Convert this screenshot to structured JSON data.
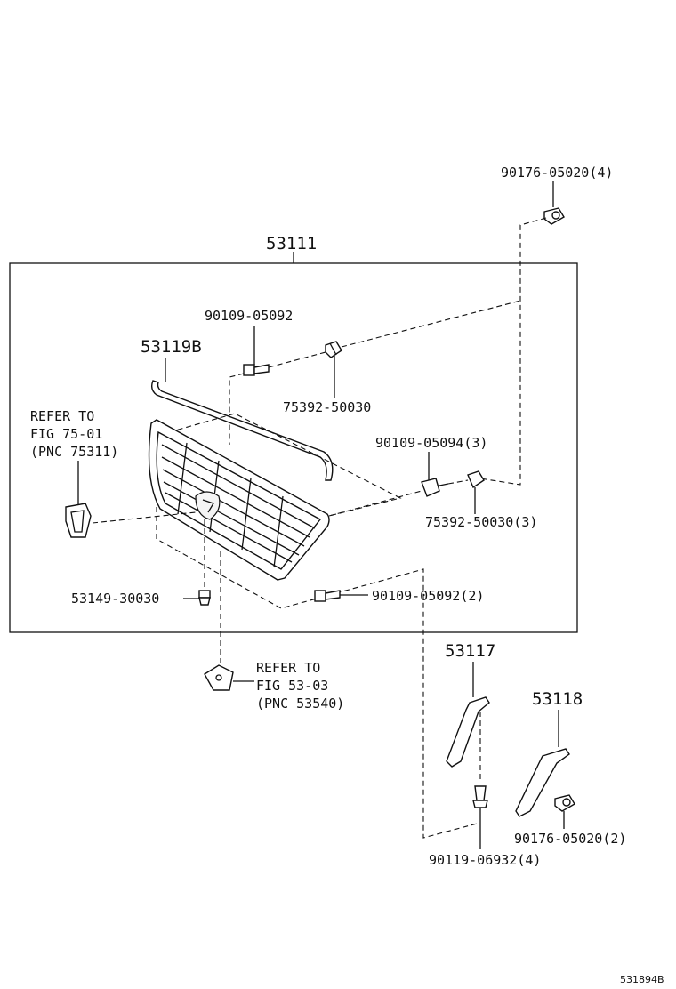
{
  "parts": {
    "grille_assembly": "53111",
    "top_molding": "53119B",
    "top_clip": "90176-05020(4)",
    "upper_screw": "90109-05092",
    "upper_retainer": "75392-50030",
    "side_screw": "90109-05094(3)",
    "side_retainer": "75392-50030(3)",
    "emblem_clip": "53149-30030",
    "lower_screw": "90109-05092(2)",
    "left_bracket": "53117",
    "right_bracket": "53118",
    "bracket_clip": "90176-05020(2)",
    "bracket_bolt": "90119-06932(4)"
  },
  "refs": {
    "emblem": {
      "line1": "REFER TO",
      "line2": "FIG 75-01",
      "line3": "(PNC 75311)"
    },
    "lower": {
      "line1": "REFER TO",
      "line2": "FIG 53-03",
      "line3": "(PNC 53540)"
    }
  },
  "figure_code": "531894B"
}
